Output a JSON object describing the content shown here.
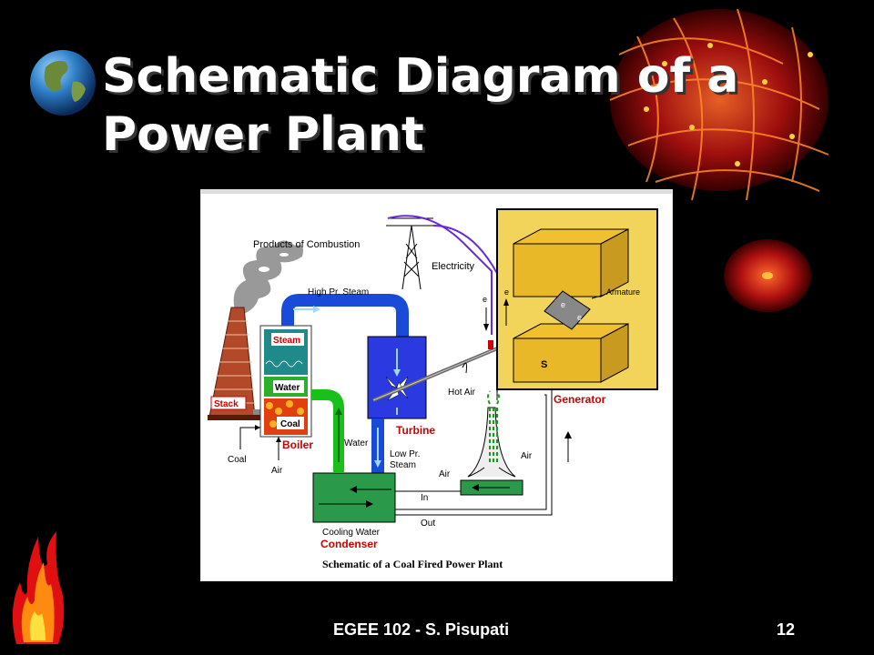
{
  "slide": {
    "title_line1": "Schematic Diagram of a",
    "title_line2": "Power Plant",
    "footer": "EGEE 102 - S. Pisupati",
    "page_number": "12"
  },
  "diagram": {
    "caption": "Schematic of a Coal Fired Power Plant",
    "labels": {
      "products": "Products of Combustion",
      "electricity": "Electricity",
      "high_pr_steam": "High Pr. Steam",
      "steam": "Steam",
      "water_boiler": "Water",
      "stack": "Stack",
      "coal_box": "Coal",
      "boiler": "Boiler",
      "coal_in": "Coal",
      "air_in": "Air",
      "water_return": "Water",
      "turbine": "Turbine",
      "low_pr": "Low Pr.",
      "steam_low": "Steam",
      "hot_air": "Hot Air",
      "air_left": "Air",
      "air_right": "Air",
      "in": "In",
      "out": "Out",
      "cooling_water": "Cooling Water",
      "condenser": "Condenser",
      "generator": "Generator",
      "armature": "Armature",
      "e1": "e",
      "e2": "e",
      "e3": "e",
      "e4": "e",
      "s": "S"
    }
  }
}
